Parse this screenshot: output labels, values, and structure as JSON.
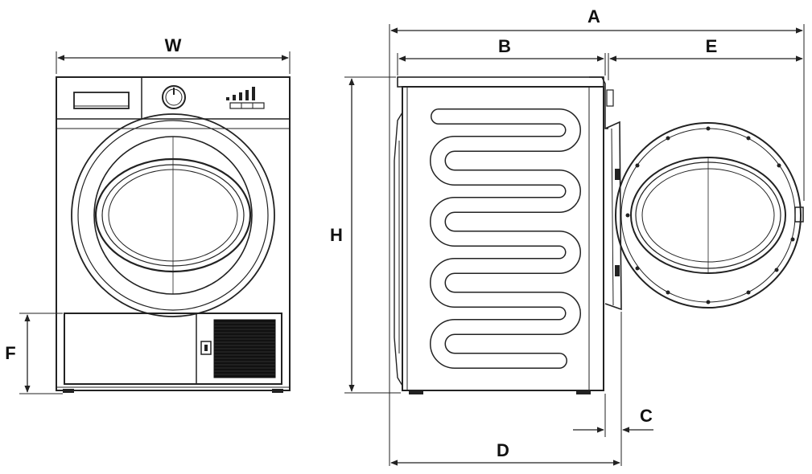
{
  "dimensions": {
    "W": "W",
    "H": "H",
    "F": "F",
    "A": "A",
    "B": "B",
    "C": "C",
    "D": "D",
    "E": "E"
  },
  "colors": {
    "line": "#222222",
    "background": "#ffffff"
  }
}
